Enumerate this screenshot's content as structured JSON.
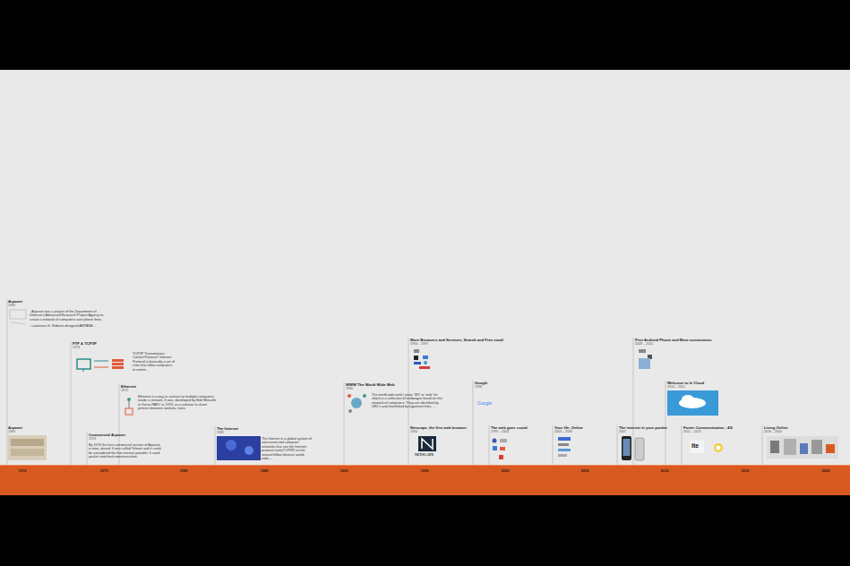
{
  "diagram": {
    "nodes": [
      {
        "text": [
          "Arpanet",
          "1969",
          "- Arpanet was a project of the Department of Defense's Advanced Research Project Agency to create a network of computers over phone lines.",
          "- Lawrence G. Roberts designed ARPANE..."
        ]
      },
      {
        "text": [
          "Arpanet",
          "1969"
        ]
      },
      {
        "text": [
          "FTP & TCP/IP",
          "1973",
          "TCP/IP Transmission Control Protocol / Internet Protocol is basically a set of rules that allow computers to comm..."
        ]
      },
      {
        "text": [
          "Ethernet",
          "1975",
          "Ethernet is a way to connect to multiple computers inside a network. It was, developed by Bob Metcalfe at Xerox PARC in 1973, as a solution to share printers between worksta- tions."
        ]
      },
      {
        "text": [
          "Commercial Arpanet",
          "1974",
          "By 1974 the first commercial version of Arpanet is intro- duced. It was called Telenet and it could be considered the first internet provider. It used packet switched communication."
        ]
      },
      {
        "text": [
          "The Internet",
          "1982",
          "The Internet is a global system of interconnected computer networks that use the Internet protocol suite(TCP/IP) to link several billion devices world- wide...."
        ]
      },
      {
        "text": [
          "WWW The World Wide Web",
          "1990",
          "The world wide web ( www, 'W3' or 'web' for short) is a collection of webpages found on this network of computers. They are identified by URL's and interlinked by hypertext links. ..."
        ]
      },
      {
        "text": [
          "More Browsers and Services, Search and Free email",
          "1994 – 1997"
        ]
      },
      {
        "text": [
          "Netscape, the first web browser",
          "1994"
        ]
      },
      {
        "text": [
          "Google",
          "1998"
        ]
      },
      {
        "text": [
          "The web goes social",
          "1999 – 2003"
        ]
      },
      {
        "text": [
          "Your life, Online",
          "2003 – 2009"
        ]
      },
      {
        "text": [
          "The internet in your pocket",
          "2007"
        ]
      },
      {
        "text": [
          "First Android Phone and More connections",
          "2008 – 2010"
        ]
      },
      {
        "text": [
          "Welcome to le Cloud",
          "2010 – 2011"
        ]
      },
      {
        "text": [
          "Faster Communication - 4/5",
          "2011 – 2015"
        ]
      },
      {
        "text": [
          "Living Online",
          "2016 – 2020"
        ]
      }
    ],
    "labels": [
      "1970",
      "1975",
      "1980",
      "1985",
      "1990",
      "1995",
      "2000",
      "2005",
      "2010",
      "2015",
      "2020",
      "NETSCAPE",
      "Google",
      "lte"
    ]
  }
}
